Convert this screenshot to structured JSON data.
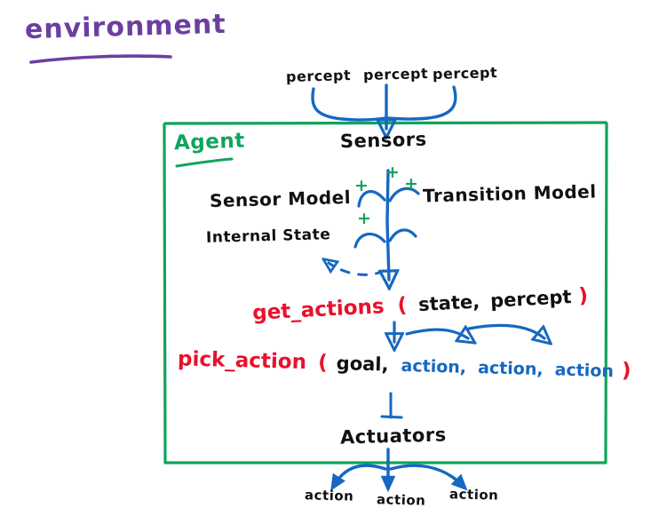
{
  "diagram": {
    "title": "environment",
    "agent_box_label": "Agent",
    "colors": {
      "environment_title": "#6b3fa0",
      "agent_box": "#0fa45c",
      "ink_black": "#111111",
      "ink_red": "#e8112d",
      "ink_blue": "#1668c1",
      "ink_green": "#0fa45c",
      "background": "#ffffff"
    },
    "percepts": [
      {
        "label": "percept"
      },
      {
        "label": "percept"
      },
      {
        "label": "percept"
      }
    ],
    "sensors_label": "Sensors",
    "sensor_model_label": "Sensor Model",
    "transition_model_label": "Transition Model",
    "internal_state_label": "Internal State",
    "plus_marks": [
      "+",
      "+",
      "+",
      "+"
    ],
    "get_actions": {
      "name": "get_actions",
      "open_paren": "(",
      "args": [
        "state,",
        "percept"
      ],
      "close_paren": ")"
    },
    "pick_action": {
      "name": "pick_action",
      "open_paren": "(",
      "goal_arg": "goal,",
      "action_args": [
        "action,",
        "action,",
        "action"
      ],
      "close_paren": ")"
    },
    "actuators_label": "Actuators",
    "actions_out": [
      {
        "label": "action"
      },
      {
        "label": "action"
      },
      {
        "label": "action"
      }
    ]
  }
}
